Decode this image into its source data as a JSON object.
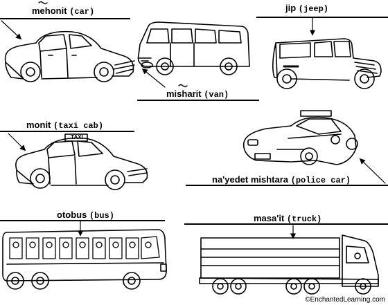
{
  "vehicles": [
    {
      "word": "mehonit",
      "english": "(car)"
    },
    {
      "word": "misharit",
      "english": "(van)"
    },
    {
      "word": "jip",
      "english": "(jeep)"
    },
    {
      "word": "monit",
      "english": "(taxi cab)"
    },
    {
      "word": "na'yedet mishtara",
      "english": "(police car)"
    },
    {
      "word": "otobus",
      "english": "(bus)"
    },
    {
      "word": "masa'it",
      "english": "(truck)"
    }
  ],
  "taxi_sign": "TAXI",
  "credit": "©EnchantedLearning.com",
  "icons": [
    "car-icon",
    "van-icon",
    "jeep-icon",
    "taxi-icon",
    "police-car-icon",
    "bus-icon",
    "truck-icon"
  ]
}
